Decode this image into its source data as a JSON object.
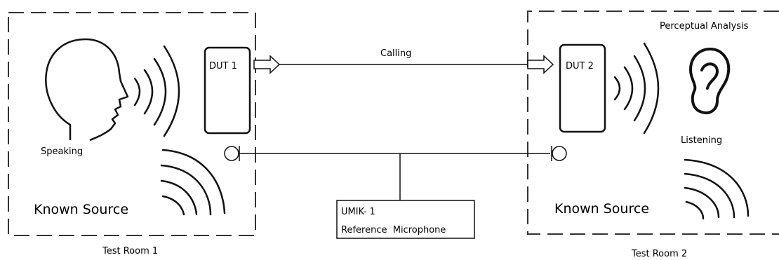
{
  "room1": {
    "label": "Test Room 1",
    "source_label": "Known Source",
    "speaking_label": "Speaking",
    "dut_label": "DUT 1"
  },
  "room2": {
    "label": "Test Room 2",
    "source_label": "Known Source",
    "listening_label": "Listening",
    "analysis_label": "Perceptual Analysis",
    "dut_label": "DUT 2"
  },
  "link": {
    "calling_label": "Calling"
  },
  "microphone": {
    "line1": "UMIK- 1",
    "line2": "Reference  Microphone"
  },
  "icons": {
    "head": "speaking-head-icon",
    "ear": "ear-icon",
    "sound_waves": "sound-waves-icon",
    "microphone": "microphone-icon"
  }
}
